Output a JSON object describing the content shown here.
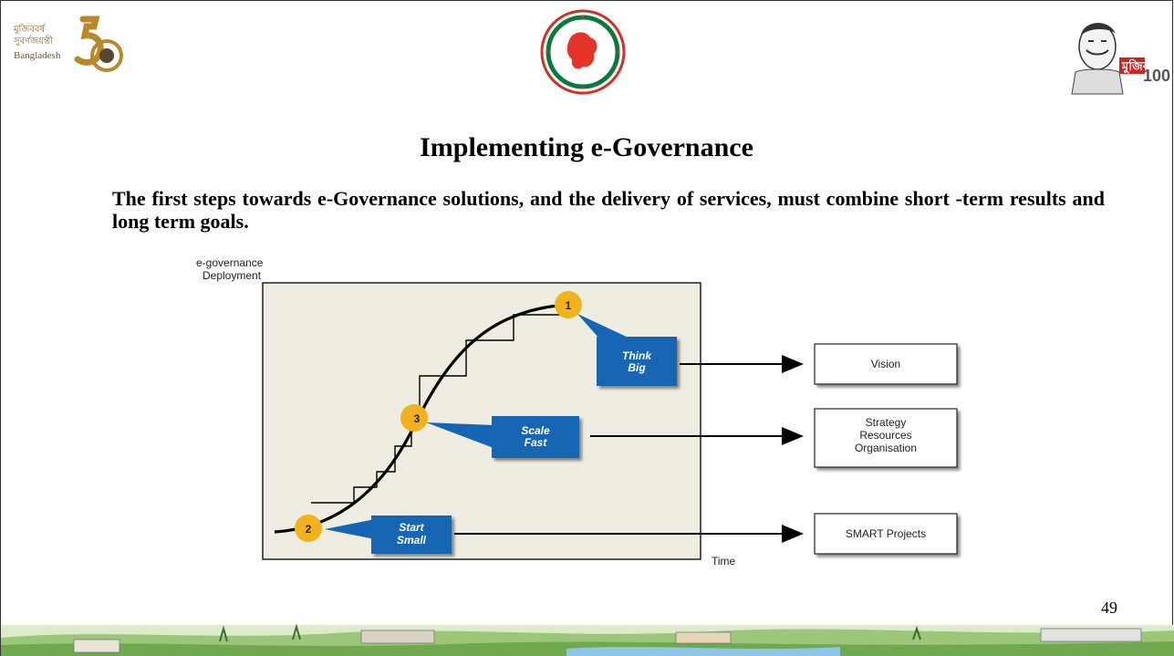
{
  "header": {
    "left_logo_text": [
      "মুজিববর্ষ",
      "সুবর্ণজয়ন্তী",
      "Bangladesh"
    ],
    "left_logo_number": "50",
    "center_emblem_label": "Government of Bangladesh seal",
    "right_logo_text": "মুজিব",
    "right_logo_number": "100"
  },
  "title": "Implementing e-Governance",
  "intro": "The first steps towards e-Governance solutions, and the delivery of services, must combine short -term results and long term goals.",
  "diagram": {
    "y_axis_label": [
      "e-governance",
      "Deployment"
    ],
    "x_axis_label": "Time",
    "markers": [
      {
        "number": "1"
      },
      {
        "number": "3"
      },
      {
        "number": "2"
      }
    ],
    "callouts": [
      {
        "lines": [
          "Think",
          "Big"
        ]
      },
      {
        "lines": [
          "Scale",
          "Fast"
        ]
      },
      {
        "lines": [
          "Start",
          "Small"
        ]
      }
    ],
    "outcomes": [
      {
        "lines": [
          "Vision"
        ]
      },
      {
        "lines": [
          "Strategy",
          "Resources",
          "Organisation"
        ]
      },
      {
        "lines": [
          "SMART Projects"
        ]
      }
    ],
    "colors": {
      "panel": "#efece1",
      "marker": "#f2b21e",
      "callout": "#1466b4"
    }
  },
  "page_number": "49"
}
